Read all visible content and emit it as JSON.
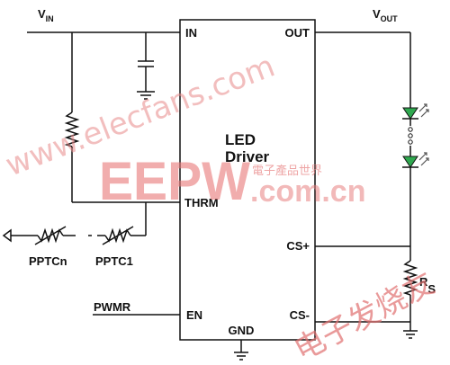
{
  "chip": {
    "title_line1": "LED",
    "title_line2": "Driver",
    "pins": {
      "in": "IN",
      "out": "OUT",
      "thrm": "THRM",
      "cs_plus": "CS+",
      "en": "EN",
      "cs_minus": "CS-",
      "gnd": "GND"
    }
  },
  "nets": {
    "vin": {
      "main": "V",
      "sub": "IN"
    },
    "vout": {
      "main": "V",
      "sub": "OUT"
    },
    "pwmr": "PWMR"
  },
  "components": {
    "pptc_n": "PPTCn",
    "pptc_1": "PPTC1",
    "rs": {
      "main": "R",
      "sub": "S"
    }
  },
  "watermarks": {
    "site": "www.elecfans.com",
    "logo_letters": "EEPW",
    "logo_cn": "電子產品世界",
    "logo_domain": ".com.cn",
    "corner_cn": "电子发烧友"
  },
  "colors": {
    "line": "#111111",
    "led": "#2fa84f",
    "watermark": "#e87878"
  }
}
